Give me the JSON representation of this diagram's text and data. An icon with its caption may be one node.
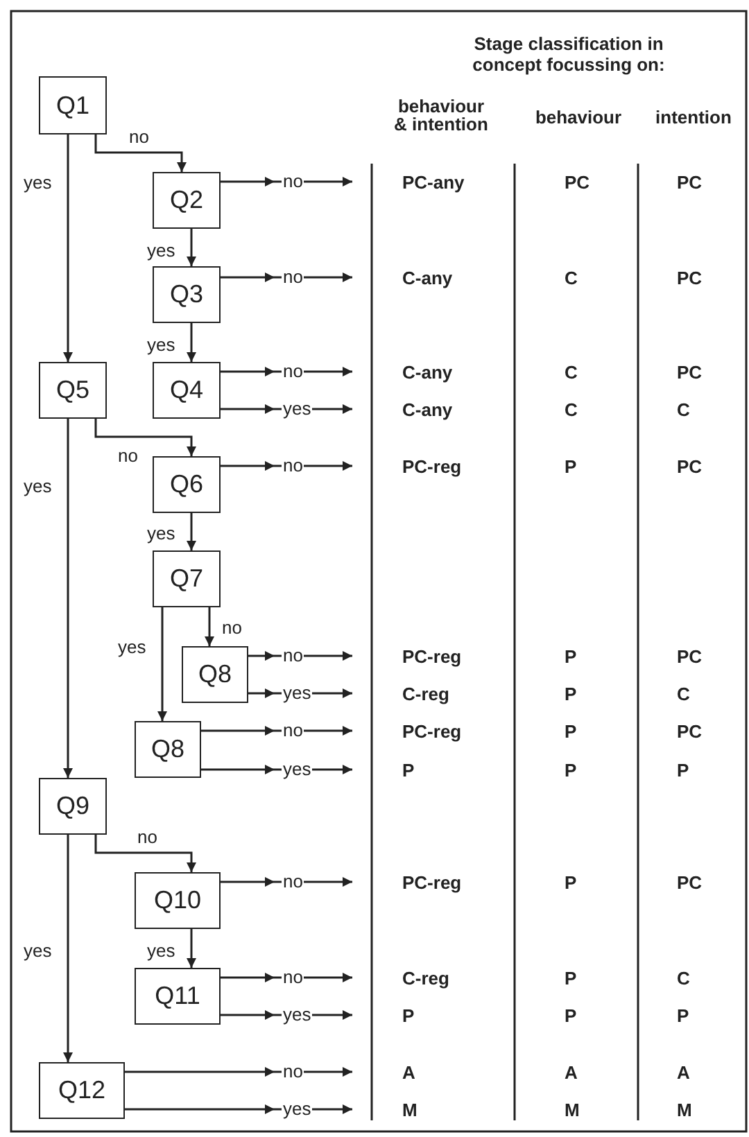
{
  "diagram": {
    "nodes": [
      {
        "text": [
          "Q1"
        ]
      },
      {
        "text": [
          "Q2"
        ]
      },
      {
        "text": [
          "Q3"
        ]
      },
      {
        "text": [
          "Q4"
        ]
      },
      {
        "text": [
          "Q5"
        ]
      },
      {
        "text": [
          "Q6"
        ]
      },
      {
        "text": [
          "Q7"
        ]
      },
      {
        "text": [
          "Q8"
        ]
      },
      {
        "text": [
          "Q8"
        ]
      },
      {
        "text": [
          "Q9"
        ]
      },
      {
        "text": [
          "Q10"
        ]
      },
      {
        "text": [
          "Q11"
        ]
      },
      {
        "text": [
          "Q12"
        ]
      }
    ],
    "edges": [
      {
        "from": 0,
        "to": 1,
        "arrow": "to",
        "label": "no"
      },
      {
        "from": 0,
        "to": 4,
        "arrow": "to",
        "label": "yes"
      },
      {
        "from": 1,
        "to": 2,
        "arrow": "to",
        "label": "yes"
      },
      {
        "from": 1,
        "to": null,
        "arrow": "to",
        "label": "no"
      },
      {
        "from": 2,
        "to": 3,
        "arrow": "to",
        "label": "yes"
      },
      {
        "from": 2,
        "to": null,
        "arrow": "to",
        "label": "no"
      },
      {
        "from": 3,
        "to": null,
        "arrow": "to",
        "label": "no"
      },
      {
        "from": 3,
        "to": null,
        "arrow": "to",
        "label": "yes"
      },
      {
        "from": 4,
        "to": 5,
        "arrow": "to",
        "label": "no"
      },
      {
        "from": 4,
        "to": 9,
        "arrow": "to",
        "label": "yes"
      },
      {
        "from": 5,
        "to": null,
        "arrow": "to",
        "label": "no"
      },
      {
        "from": 5,
        "to": 6,
        "arrow": "to",
        "label": "yes"
      },
      {
        "from": 6,
        "to": 7,
        "arrow": "to",
        "label": "no"
      },
      {
        "from": 6,
        "to": 8,
        "arrow": "to",
        "label": "yes"
      },
      {
        "from": 7,
        "to": null,
        "arrow": "to",
        "label": "no"
      },
      {
        "from": 7,
        "to": null,
        "arrow": "to",
        "label": "yes"
      },
      {
        "from": 8,
        "to": null,
        "arrow": "to",
        "label": "no"
      },
      {
        "from": 8,
        "to": null,
        "arrow": "to",
        "label": "yes"
      },
      {
        "from": 9,
        "to": 10,
        "arrow": "to",
        "label": "no"
      },
      {
        "from": 9,
        "to": 12,
        "arrow": "to",
        "label": "yes"
      },
      {
        "from": 10,
        "to": null,
        "arrow": "to",
        "label": "no"
      },
      {
        "from": 10,
        "to": 11,
        "arrow": "to",
        "label": "yes"
      },
      {
        "from": 11,
        "to": null,
        "arrow": "to",
        "label": "no"
      },
      {
        "from": 11,
        "to": null,
        "arrow": "to",
        "label": "yes"
      },
      {
        "from": 12,
        "to": null,
        "arrow": "to",
        "label": "no"
      },
      {
        "from": 12,
        "to": null,
        "arrow": "to",
        "label": "yes"
      }
    ],
    "labels": [
      "Stage classification in concept focussing on:",
      "behaviour & intention",
      "behaviour",
      "intention",
      "PC-any",
      "PC",
      "PC",
      "C-any",
      "C",
      "PC",
      "C-any",
      "C",
      "PC",
      "C-any",
      "C",
      "C",
      "PC-reg",
      "P",
      "PC",
      "PC-reg",
      "P",
      "PC",
      "C-reg",
      "P",
      "C",
      "PC-reg",
      "P",
      "PC",
      "P",
      "P",
      "P",
      "PC-reg",
      "P",
      "PC",
      "C-reg",
      "P",
      "C",
      "P",
      "P",
      "P",
      "A",
      "A",
      "A",
      "M",
      "M",
      "M"
    ]
  }
}
